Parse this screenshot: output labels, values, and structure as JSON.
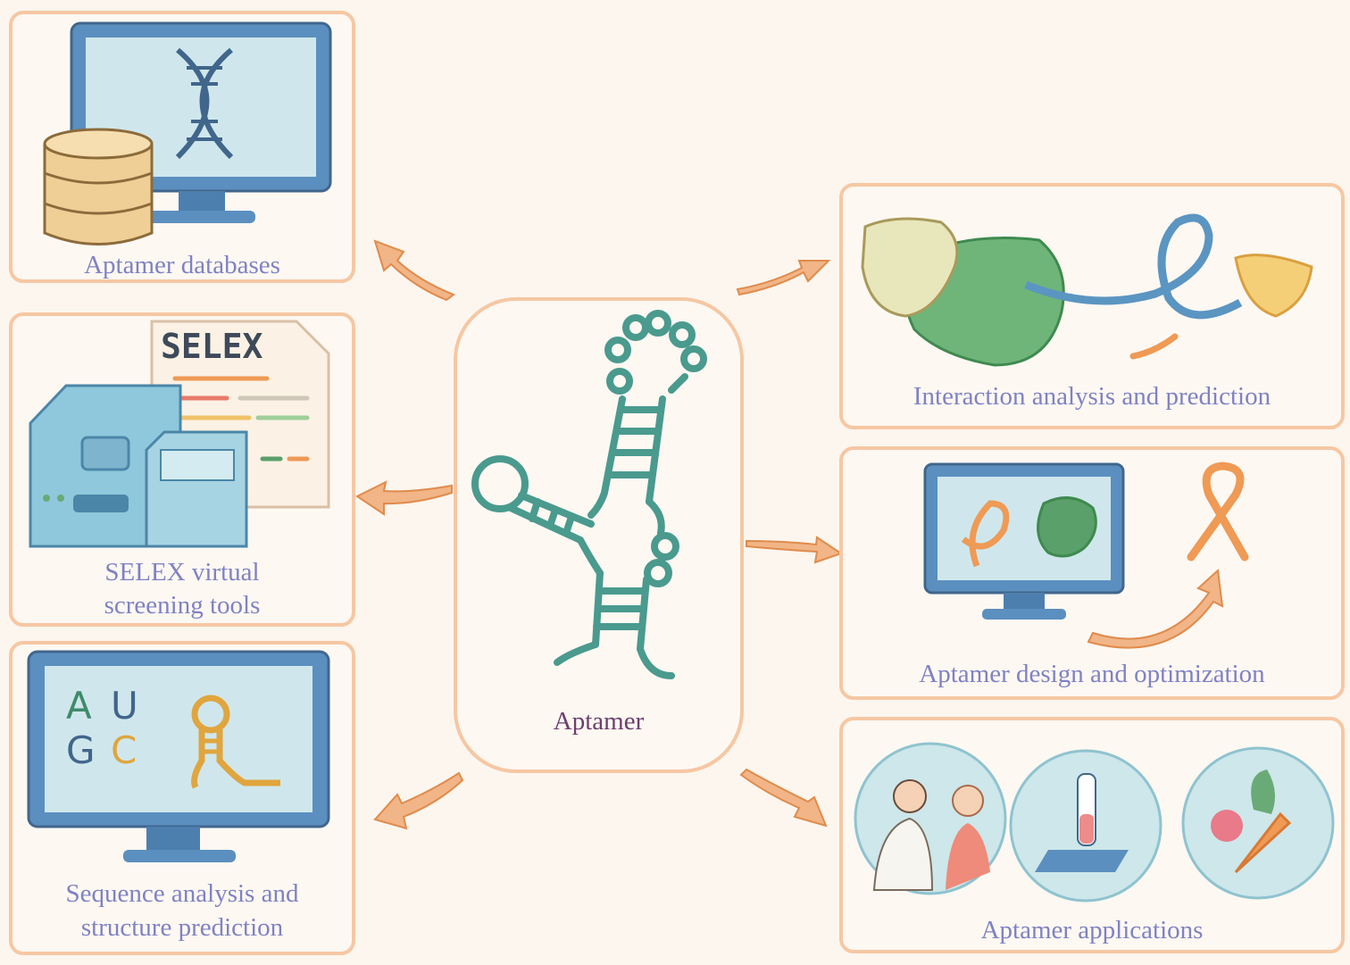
{
  "center": {
    "label": "Aptamer"
  },
  "nodes": {
    "databases": "Aptamer databases",
    "selex_line1": "SELEX virtual",
    "selex_line2": "screening tools",
    "selex_doc_title": "SELEX",
    "sequence_line1": "Sequence analysis and",
    "sequence_line2": "structure prediction",
    "interaction": "Interaction analysis and prediction",
    "design": "Aptamer design and optimization",
    "applications": "Aptamer applications"
  },
  "bases": [
    "A",
    "U",
    "G",
    "C"
  ],
  "colors": {
    "border": "#f6c7a3",
    "label": "#7f82c4",
    "center_label": "#6e3f6e",
    "teal": "#4a9a8e",
    "arrow": "#eea46c"
  }
}
